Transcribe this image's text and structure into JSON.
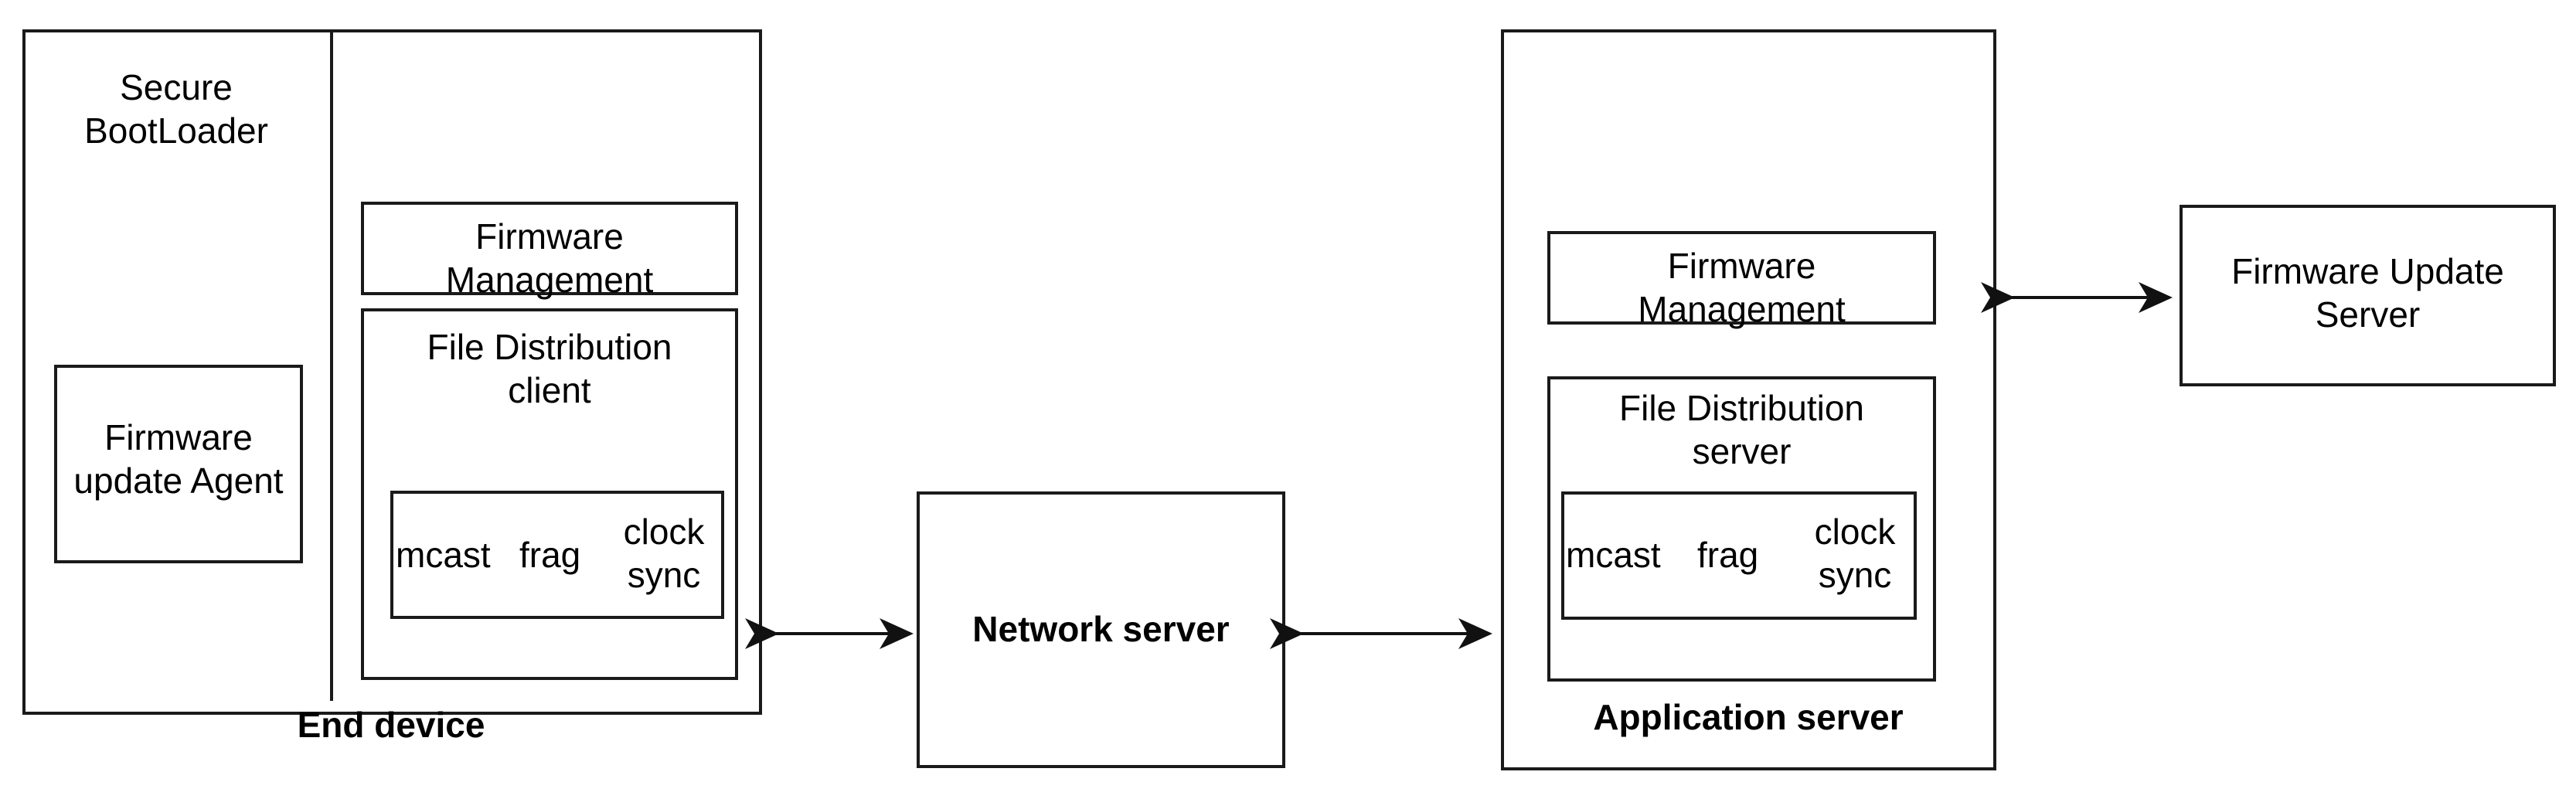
{
  "diagram": {
    "title": "LoRaWAN Firmware Update Over The Air Architecture",
    "background_color": "#ffffff",
    "line_color": "#1a1a1a",
    "text_color": "#000000"
  },
  "end_device": {
    "caption": "End device",
    "secure_bootloader_label": "Secure\nBootLoader",
    "firmware_update_agent_label": "Firmware\nupdate Agent",
    "firmware_management_label": "Firmware\nManagement",
    "file_distribution_label": "File Distribution\nclient",
    "services": {
      "mcast": "mcast",
      "frag": "frag",
      "clock_sync": "clock\nsync"
    }
  },
  "network_server": {
    "label": "Network server"
  },
  "application_server": {
    "caption": "Application server",
    "firmware_management_label": "Firmware\nManagement",
    "file_distribution_label": "File Distribution\nserver",
    "services": {
      "mcast": "mcast",
      "frag": "frag",
      "clock_sync": "clock\nsync"
    }
  },
  "firmware_update_server": {
    "label": "Firmware Update\nServer"
  },
  "connections": [
    {
      "name": "end-device-to-network-server",
      "from": "End device",
      "to": "Network server",
      "direction": "bidirectional"
    },
    {
      "name": "network-server-to-application-server",
      "from": "Network server",
      "to": "Application server",
      "direction": "bidirectional"
    },
    {
      "name": "application-server-to-firmware-update-server",
      "from": "Application server",
      "to": "Firmware Update Server",
      "direction": "bidirectional"
    }
  ]
}
